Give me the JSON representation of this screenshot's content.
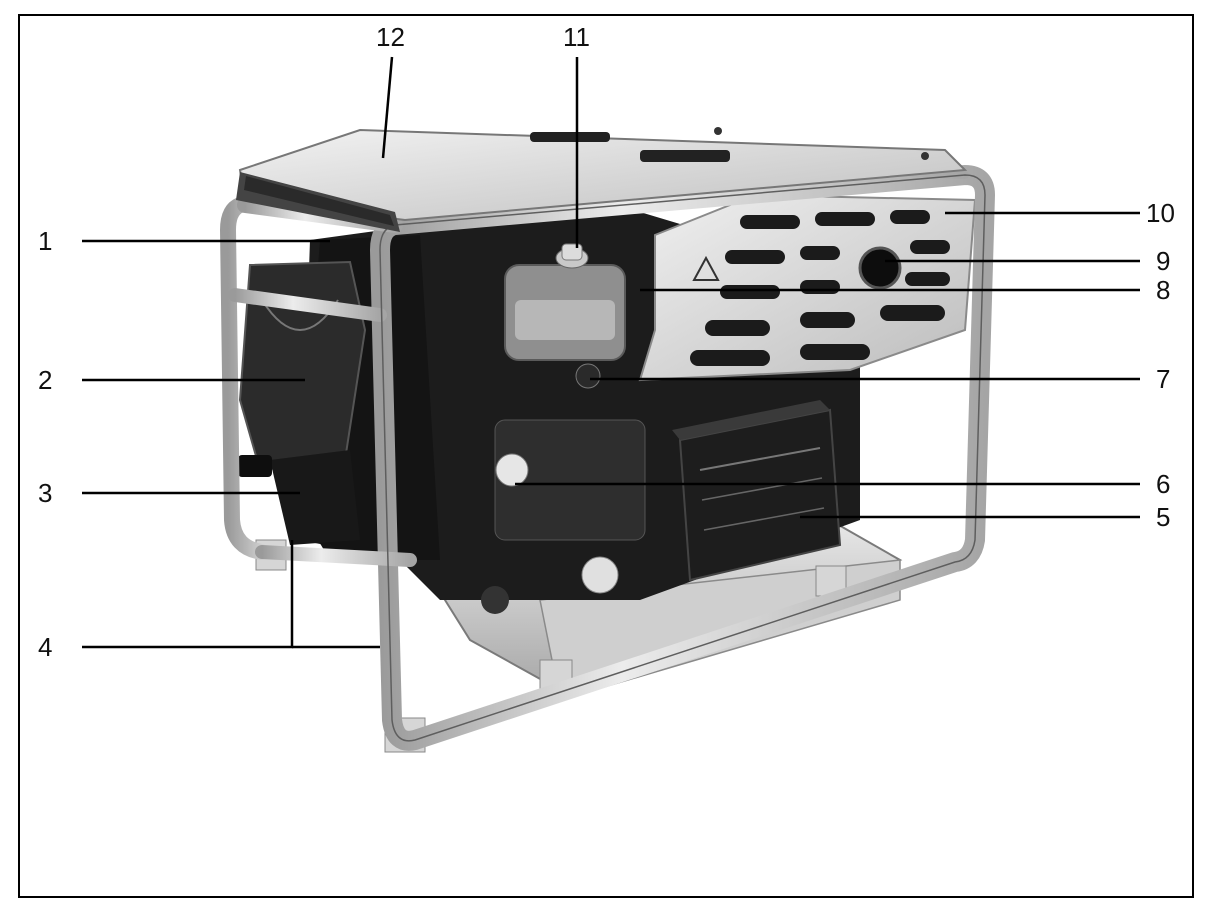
{
  "diagram": {
    "callouts": [
      {
        "id": "1",
        "label": "1"
      },
      {
        "id": "2",
        "label": "2"
      },
      {
        "id": "3",
        "label": "3"
      },
      {
        "id": "4",
        "label": "4"
      },
      {
        "id": "5",
        "label": "5"
      },
      {
        "id": "6",
        "label": "6"
      },
      {
        "id": "7",
        "label": "7"
      },
      {
        "id": "8",
        "label": "8"
      },
      {
        "id": "9",
        "label": "9"
      },
      {
        "id": "10",
        "label": "10"
      },
      {
        "id": "11",
        "label": "11"
      },
      {
        "id": "12",
        "label": "12"
      }
    ],
    "colors": {
      "frame": "#d9d9d9",
      "engine": "#1a1a1a",
      "panel": "#e2e2e2",
      "leader": "#000000"
    }
  }
}
